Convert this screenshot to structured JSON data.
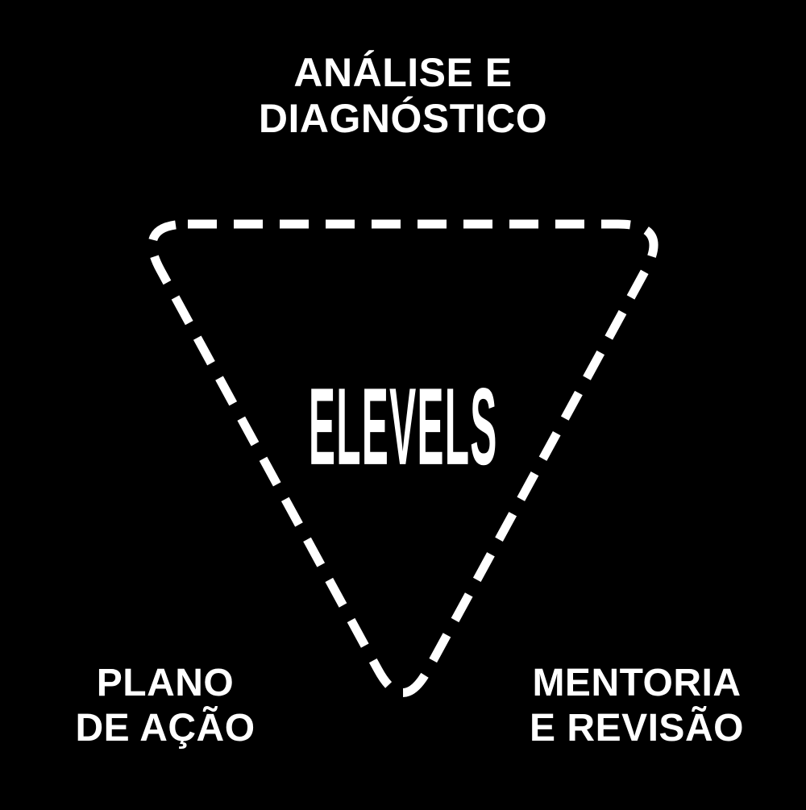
{
  "page": {
    "background_color": "#000000",
    "text_color": "#ffffff"
  },
  "diagram": {
    "type": "dashed-triangle-cycle",
    "top_label": {
      "line1": "ANÁLISE E",
      "line2": "DIAGNÓSTICO"
    },
    "center_logo": "ELEVELS",
    "bottom_left_label": {
      "line1": "PLANO",
      "line2": "DE AÇÃO"
    },
    "bottom_right_label": {
      "line1": "MENTORIA",
      "line2": "E REVISÃO"
    },
    "triangle": {
      "stroke_color": "#ffffff",
      "stroke_style": "dashed",
      "orientation": "inverted"
    }
  }
}
